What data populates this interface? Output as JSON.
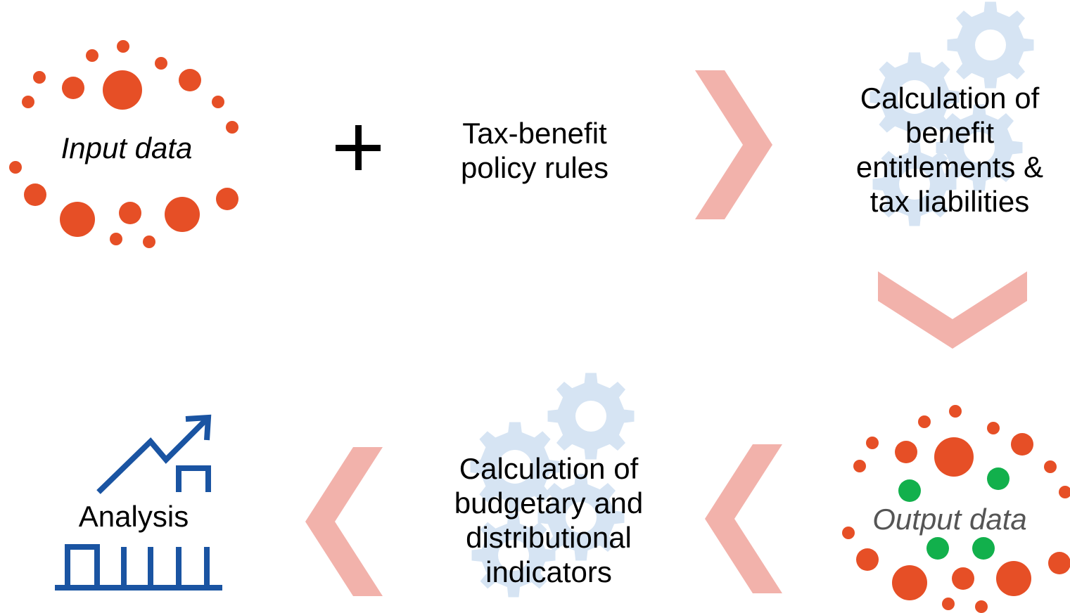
{
  "nodes": {
    "input_data": "Input data",
    "policy_rules": "Tax-benefit\npolicy rules",
    "calc_benefit": "Calculation of\nbenefit\nentitlements &\ntax liabilities",
    "output_data": "Output data",
    "calc_budget": "Calculation of\nbudgetary and\ndistributional\nindicators",
    "analysis": "Analysis"
  },
  "colors": {
    "orange_dot": "#e64f26",
    "green_dot": "#12b04c",
    "chevron": "#f2b2ab",
    "gear": "#d6e4f3",
    "analysis_icon": "#1a54a2",
    "output_text": "#555555"
  },
  "icons": {
    "input_cluster": "dot-cluster-icon",
    "output_cluster": "dot-cluster-icon",
    "gears_top": "gears-icon",
    "gears_bottom": "gears-icon",
    "analysis": "trend-chart-icon",
    "plus": "plus-icon"
  }
}
